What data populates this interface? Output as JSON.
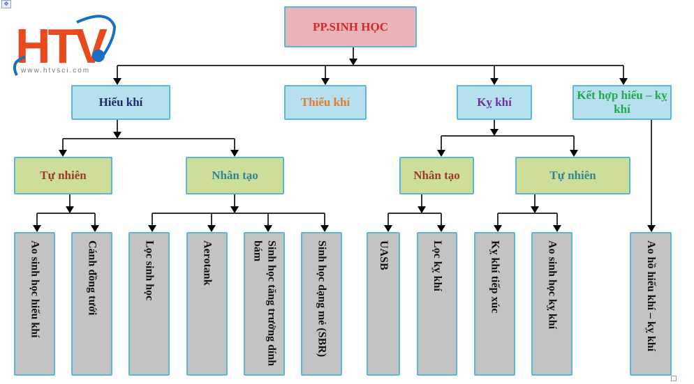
{
  "logo": {
    "letters": "HTV",
    "url_text": "www.htvsci.com",
    "brand_color": "#e8491d",
    "accent_color": "#1a6fc0"
  },
  "colors": {
    "root_fill": "#e8b4b8",
    "level1_fill": "#b6e0ee",
    "level2_fill": "#cddd9a",
    "leaf_fill": "#c3c3c3",
    "border": "#5bb7d4",
    "connector": "#333333"
  },
  "root": {
    "label": "PP.SINH HỌC",
    "color": "#d8232a"
  },
  "categories": [
    {
      "label": "Hiếu khí",
      "color": "#1f2a6b"
    },
    {
      "label": "Thiếu khí",
      "color": "#e07b39"
    },
    {
      "label": "Kỵ khí",
      "color": "#7030a0"
    },
    {
      "label": "Kết hợp hiếu – kỵ khí",
      "color": "#22a84a"
    }
  ],
  "subgroups": [
    {
      "parent": "Hiếu khí",
      "label": "Tự nhiên",
      "color": "#a0392c"
    },
    {
      "parent": "Hiếu khí",
      "label": "Nhân tạo",
      "color": "#31849b"
    },
    {
      "parent": "Kỵ khí",
      "label": "Nhân tạo",
      "color": "#a0392c"
    },
    {
      "parent": "Kỵ khí",
      "label": "Tự nhiên",
      "color": "#31849b"
    }
  ],
  "leaves": [
    {
      "parent": "Hiếu khí / Tự nhiên",
      "label": "Ao sinh học hiếu khí"
    },
    {
      "parent": "Hiếu khí / Tự nhiên",
      "label": "Cánh đồng tưới"
    },
    {
      "parent": "Hiếu khí / Nhân tạo",
      "label": "Lọc sinh học"
    },
    {
      "parent": "Hiếu khí / Nhân tạo",
      "label": "Aerotank"
    },
    {
      "parent": "Hiếu khí / Nhân tạo",
      "label": "Sinh học tăng trưởng dính bám"
    },
    {
      "parent": "Hiếu khí / Nhân tạo",
      "label": "Sinh học dạng mẻ (SBR)"
    },
    {
      "parent": "Kỵ khí / Nhân tạo",
      "label": "UASB"
    },
    {
      "parent": "Kỵ khí / Nhân tạo",
      "label": "Lọc kỵ khí"
    },
    {
      "parent": "Kỵ khí / Tự nhiên",
      "label": "Kỵ khí tiếp xúc"
    },
    {
      "parent": "Kỵ khí / Tự nhiên",
      "label": "Ao sinh học kỵ khí"
    },
    {
      "parent": "Kết hợp hiếu – kỵ khí",
      "label": "Ao hồ hiếu khí – kỵ khí"
    }
  ]
}
